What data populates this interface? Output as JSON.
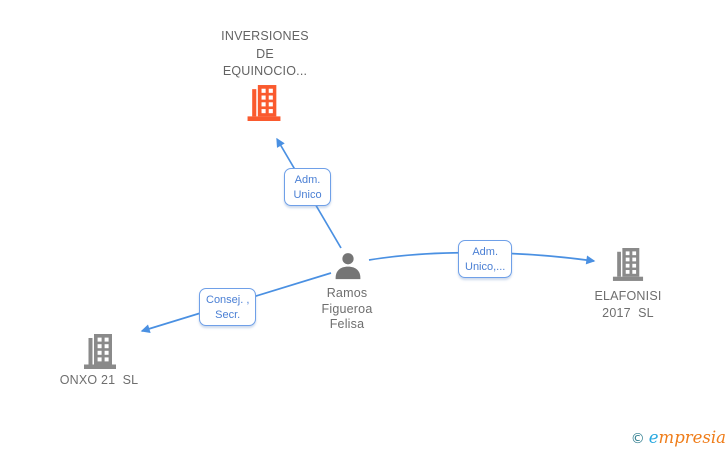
{
  "nodes": {
    "top_company": {
      "line1": "INVERSIONES",
      "line2": "DE",
      "line3": "EQUINOCIO..."
    },
    "person": {
      "line1": "Ramos",
      "line2": "Figueroa",
      "line3": "Felisa"
    },
    "right_company": {
      "line1": "ELAFONISI",
      "line2": "2017  SL"
    },
    "left_company": {
      "line1": "ONXO 21  SL"
    }
  },
  "edge_labels": {
    "top": {
      "line1": "Adm.",
      "line2": "Unico"
    },
    "right": {
      "line1": "Adm.",
      "line2": "Unico,..."
    },
    "left": {
      "line1": "Consej. ,",
      "line2": "Secr."
    }
  },
  "footer": {
    "copyright": "©",
    "brand_first": "e",
    "brand_rest": "mpresia"
  },
  "colors": {
    "bg": "#ffffff",
    "edge": "#4a90e2",
    "label_border": "#6fa0e8",
    "label_text": "#4a7fd4",
    "building_orange": "#fa5a2e",
    "building_gray": "#8a8a8a",
    "person_gray": "#757575",
    "node_text": "#6e6e6e",
    "footer_teal": "#2f7d8e",
    "footer_blue": "#2aa9e0",
    "footer_orange": "#ef7d1a"
  }
}
